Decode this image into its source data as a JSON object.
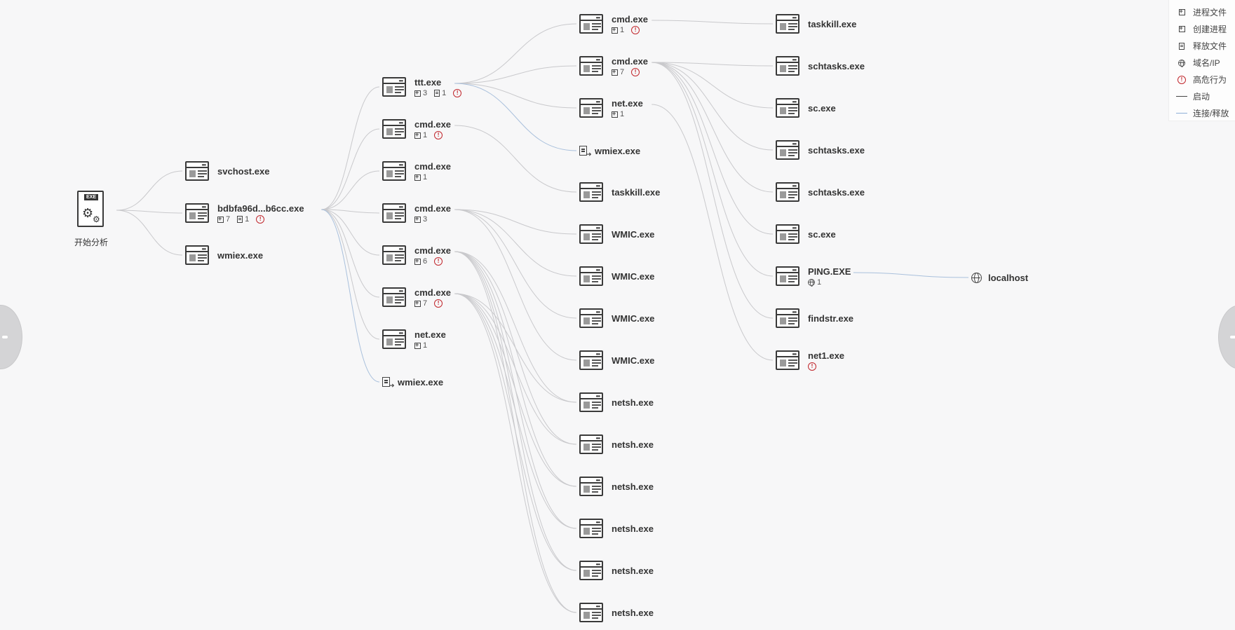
{
  "root": {
    "label": "开始分析",
    "badge": "EXE"
  },
  "nodes": [
    {
      "name": "svchost.exe"
    },
    {
      "name": "bdbfa96d...b6cc.exe",
      "create": "7",
      "file": "1",
      "danger": "!"
    },
    {
      "name": "wmiex.exe"
    },
    {
      "name": "ttt.exe",
      "create": "3",
      "file": "1",
      "danger": "!"
    },
    {
      "name": "cmd.exe",
      "create": "1",
      "danger": "!"
    },
    {
      "name": "cmd.exe",
      "create": "1"
    },
    {
      "name": "cmd.exe",
      "create": "3"
    },
    {
      "name": "cmd.exe",
      "create": "6",
      "danger": "!"
    },
    {
      "name": "cmd.exe",
      "create": "7",
      "danger": "!"
    },
    {
      "name": "net.exe",
      "create": "1"
    },
    {
      "name": "wmiex.exe"
    },
    {
      "name": "cmd.exe",
      "create": "1",
      "danger": "!"
    },
    {
      "name": "cmd.exe",
      "create": "7",
      "danger": "!"
    },
    {
      "name": "net.exe",
      "create": "1"
    },
    {
      "name": "wmiex.exe"
    },
    {
      "name": "taskkill.exe"
    },
    {
      "name": "WMIC.exe"
    },
    {
      "name": "WMIC.exe"
    },
    {
      "name": "WMIC.exe"
    },
    {
      "name": "WMIC.exe"
    },
    {
      "name": "netsh.exe"
    },
    {
      "name": "netsh.exe"
    },
    {
      "name": "netsh.exe"
    },
    {
      "name": "netsh.exe"
    },
    {
      "name": "netsh.exe"
    },
    {
      "name": "netsh.exe"
    },
    {
      "name": "taskkill.exe"
    },
    {
      "name": "schtasks.exe"
    },
    {
      "name": "sc.exe"
    },
    {
      "name": "schtasks.exe"
    },
    {
      "name": "schtasks.exe"
    },
    {
      "name": "sc.exe"
    },
    {
      "name": "PING.EXE",
      "domain": "1"
    },
    {
      "name": "findstr.exe"
    },
    {
      "name": "net1.exe",
      "danger": "!"
    },
    {
      "name": "localhost"
    }
  ],
  "legend": {
    "release_file": "进程文件",
    "create_process": "创建进程",
    "drop_file": "释放文件",
    "domain_ip": "域名/IP",
    "high_risk": "高危行为",
    "start": "启动",
    "connect_release": "连接/释放"
  },
  "colors": {
    "background": "#f7f7f8",
    "edge_start": "#c9c9cc",
    "edge_connect": "#a9c0dc",
    "danger": "#c1272d"
  }
}
